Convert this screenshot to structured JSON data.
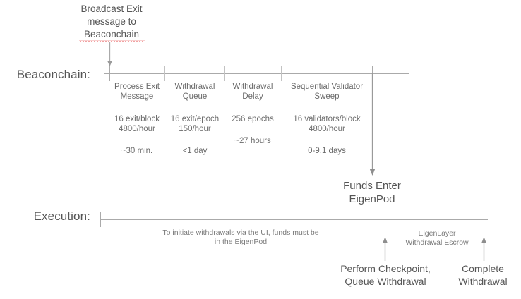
{
  "diagram": {
    "title_note": "Ethereum validator exit / EigenLayer withdrawal timeline",
    "colors": {
      "line": "#aaaaaa",
      "text": "#555555",
      "muted_text": "#6b6b6b",
      "small_text": "#7a7a7a",
      "spellcheck_underline": "#e23a3a",
      "background": "#ffffff"
    }
  },
  "top_callout": {
    "line1": "Broadcast Exit",
    "line2": "message to",
    "line3": "Beaconchain",
    "spellchecked_word": "Beaconchain"
  },
  "rows": {
    "beaconchain_label": "Beaconchain:",
    "execution_label": "Execution:"
  },
  "beaconchain_segments": [
    {
      "title_line1": "Process Exit",
      "title_line2": "Message",
      "rate_line1": "16 exit/block",
      "rate_line2": "4800/hour",
      "duration": "~30 min."
    },
    {
      "title_line1": "Withdrawal",
      "title_line2": "Queue",
      "rate_line1": "16 exit/epoch",
      "rate_line2": "150/hour",
      "duration": "<1 day"
    },
    {
      "title_line1": "Withdrawal",
      "title_line2": "Delay",
      "rate_line1": "256 epochs",
      "rate_line2": "",
      "duration": "~27 hours"
    },
    {
      "title_line1": "Sequential Validator",
      "title_line2": "Sweep",
      "rate_line1": "16 validators/block",
      "rate_line2": "4800/hour",
      "duration": "0-9.1 days"
    }
  ],
  "funds_enter": {
    "line1": "Funds Enter",
    "line2": "EigenPod"
  },
  "execution_note": {
    "line1": "To initiate withdrawals via the UI, funds must be",
    "line2": "in the EigenPod"
  },
  "escrow_note": {
    "line1": "EigenLayer",
    "line2": "Withdrawal Escrow"
  },
  "bottom_labels": [
    {
      "line1": "Perform Checkpoint,",
      "line2": "Queue Withdrawal"
    },
    {
      "line1": "Complete",
      "line2": "Withdrawal"
    }
  ]
}
